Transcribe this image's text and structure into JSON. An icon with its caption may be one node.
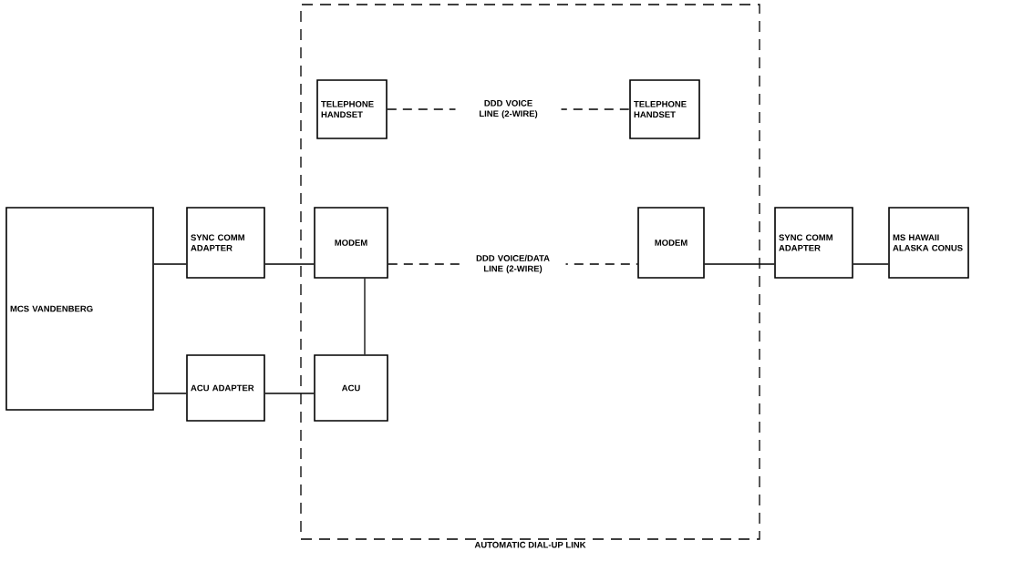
{
  "diagram": {
    "nodes": [
      {
        "text": [
          "AUTOMATIC DIAL-UP LINK"
        ]
      },
      {
        "text": [
          "TELEPHONE HANDSET"
        ],
        "in": 0
      },
      {
        "text": [
          "TELEPHONE HANDSET"
        ],
        "in": 0
      },
      {
        "text": [
          "MCS VANDENBERG"
        ]
      },
      {
        "text": [
          "SYNC COMM ADAPTER"
        ]
      },
      {
        "text": [
          "MODEM"
        ],
        "in": 0
      },
      {
        "text": [
          "MODEM"
        ],
        "in": 0
      },
      {
        "text": [
          "SYNC COMM ADAPTER"
        ]
      },
      {
        "text": [
          "MS HAWAII ALASKA CONUS"
        ]
      },
      {
        "text": [
          "ACU ADAPTER"
        ]
      },
      {
        "text": [
          "ACU"
        ],
        "in": 0
      }
    ],
    "edges": [
      {
        "from": 1,
        "to": 2,
        "arrow": "none",
        "style": "dashed",
        "label": "DDD VOICE LINE (2-WIRE)"
      },
      {
        "from": 3,
        "to": 4,
        "arrow": "none"
      },
      {
        "from": 4,
        "to": 5,
        "arrow": "none"
      },
      {
        "from": 5,
        "to": 6,
        "arrow": "none",
        "style": "dashed",
        "label": "DDD VOICE/DATA LINE (2-WIRE)"
      },
      {
        "from": 6,
        "to": 7,
        "arrow": "none"
      },
      {
        "from": 7,
        "to": 8,
        "arrow": "none"
      },
      {
        "from": 5,
        "to": 10,
        "arrow": "none"
      },
      {
        "from": 3,
        "to": 9,
        "arrow": "none"
      },
      {
        "from": 9,
        "to": 10,
        "arrow": "none"
      }
    ]
  }
}
